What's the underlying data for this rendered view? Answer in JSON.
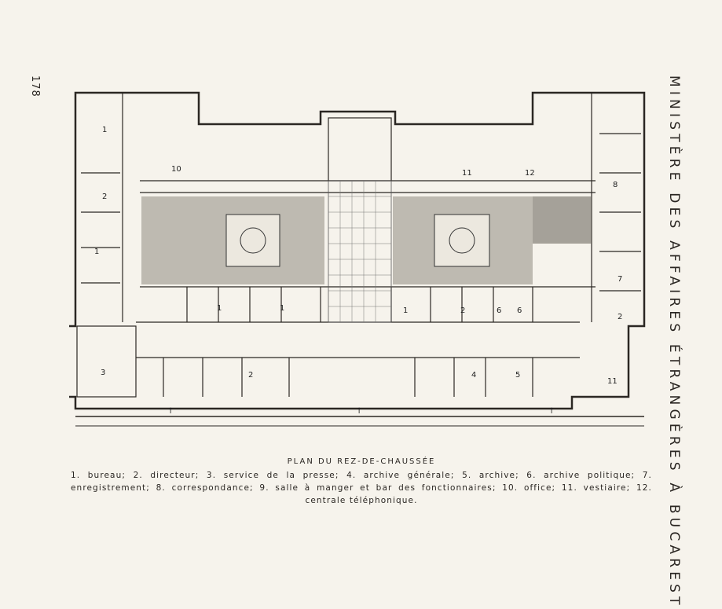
{
  "page_number": "178",
  "side_title": "MINISTÈRE DES AFFAIRES ÉTRANGÈRES À BUCAREST",
  "caption": {
    "title": "PLAN DU REZ-DE-CHAUSSÉE",
    "legend": "1. bureau; 2. directeur; 3. service de la presse; 4. archive générale; 5. archive; 6. archive politique; 7. enregistrement; 8. correspondance; 9. salle à manger et bar des fonctionnaires; 10. office; 11. vestiaire; 12. centrale téléphonique."
  },
  "plan_labels": [
    "1",
    "2",
    "1",
    "10",
    "1",
    "1",
    "3",
    "2",
    "11",
    "12",
    "8",
    "7",
    "2",
    "1",
    "2",
    "6",
    "6",
    "4",
    "5",
    "11"
  ]
}
